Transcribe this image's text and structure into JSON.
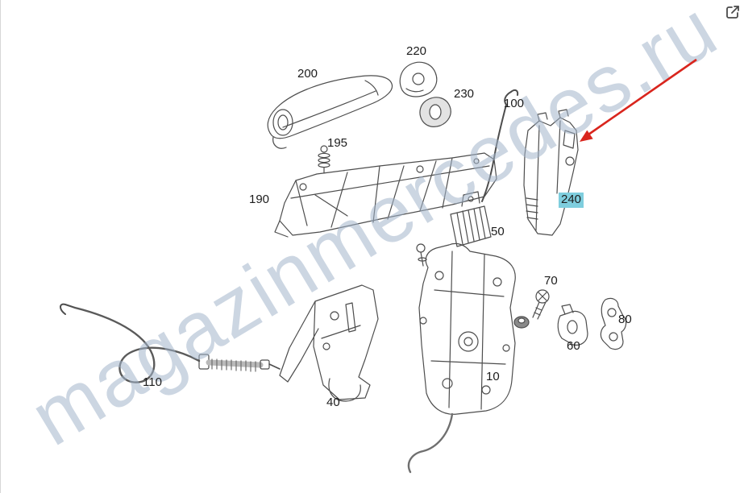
{
  "page": {
    "background": "#ffffff"
  },
  "watermark": {
    "text": "magazinmercedes.ru",
    "color": "#a3b4cb"
  },
  "toolbar": {
    "external_link_icon": "external-link"
  },
  "annotation": {
    "arrow_color": "#d9251d",
    "highlight_color": "#7fcede"
  },
  "labels": {
    "l10": "10",
    "l40": "40",
    "l50": "50",
    "l60": "60",
    "l70": "70",
    "l80": "80",
    "l100": "100",
    "l110": "110",
    "l190": "190",
    "l195": "195",
    "l200": "200",
    "l220": "220",
    "l230": "230",
    "l240": "240"
  }
}
